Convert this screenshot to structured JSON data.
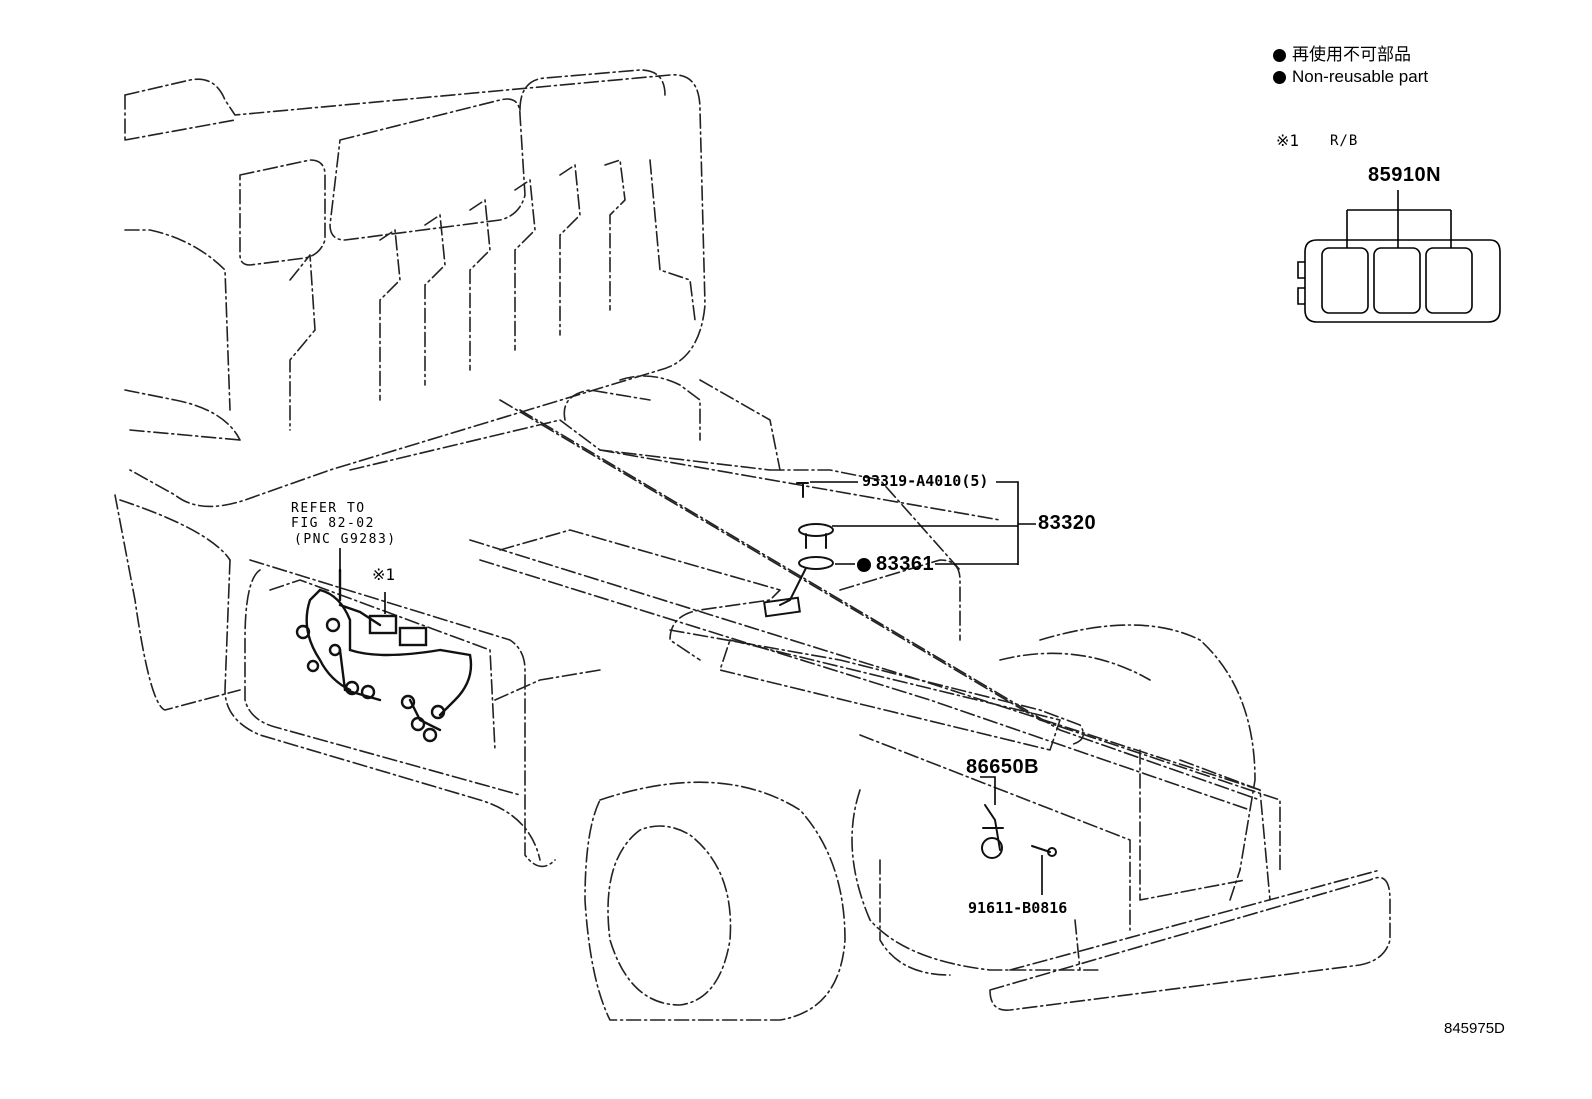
{
  "legend": {
    "line1": "再使用不可部品",
    "line2": "Non-reusable part"
  },
  "inset": {
    "marker": "※1",
    "location": "R/B",
    "part_number": "85910N"
  },
  "reference": {
    "line1": "REFER TO",
    "line2": "FIG 82-02",
    "line3": "(PNC G9283)"
  },
  "callout_marker": "※1",
  "parts": {
    "screw": "93319-A4010(5)",
    "fuel_gauge_assembly": "83320",
    "gasket": "83361",
    "buzzer": "86650B",
    "bolt": "91611-B0816"
  },
  "figure_id": "845975D"
}
